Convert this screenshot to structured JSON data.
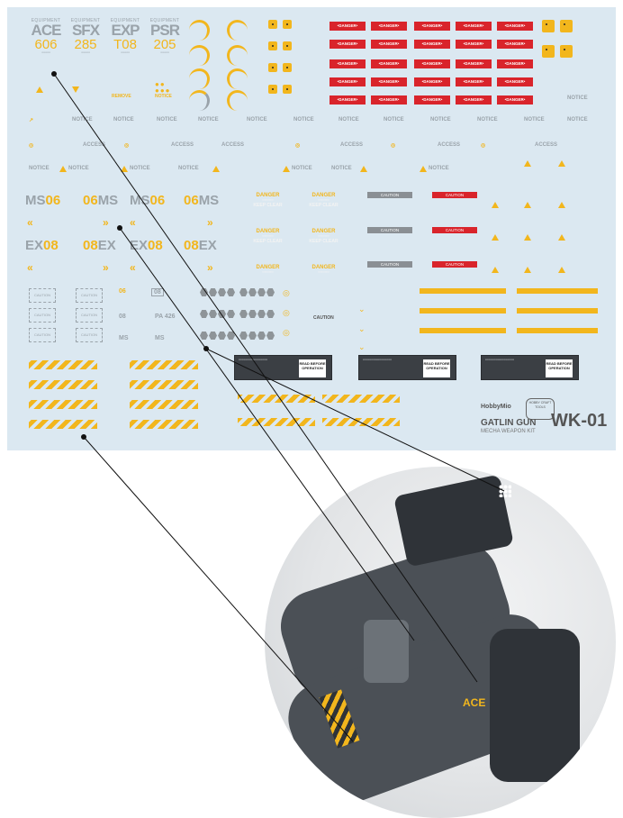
{
  "equipment": [
    {
      "cap": "EQUIPMENT",
      "name": "ACE",
      "num": "606"
    },
    {
      "cap": "EQUIPMENT",
      "name": "SFX",
      "num": "285"
    },
    {
      "cap": "EQUIPMENT",
      "name": "EXP",
      "num": "T08"
    },
    {
      "cap": "EQUIPMENT",
      "name": "PSR",
      "num": "205"
    }
  ],
  "labels": {
    "danger": "•DANGER•",
    "notice": "NOTICE",
    "access": "ACCESS",
    "remove": "REMOVE",
    "caution": "CAUTION",
    "danger_word": "DANGER",
    "keep_clear": "KEEP CLEAR",
    "read_before": "READ BEFORE OPERATION",
    "ms": "MS",
    "ms_num": "06",
    "ex": "EX",
    "ex_num": "08",
    "pa": "PA 426"
  },
  "brand": {
    "logo": "HobbyMio",
    "badge": "HOBBY CRAFT TOOLS",
    "title": "GATLIN GUN",
    "subtitle": "MECHA WEAPON KIT",
    "code": "WK-01"
  },
  "colors": {
    "sheet": "#dbe8f1",
    "yellow": "#f2b61d",
    "red": "#d9242b",
    "grey": "#9aa3aa"
  }
}
